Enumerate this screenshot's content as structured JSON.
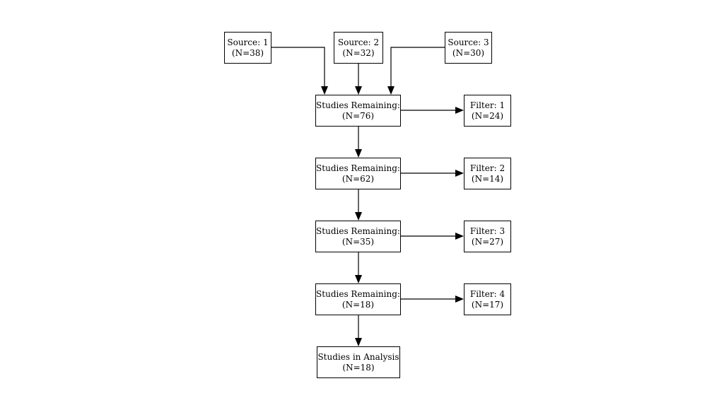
{
  "nodes": {
    "source1": {
      "line1": "Source: 1",
      "line2": "(N=38)"
    },
    "source2": {
      "line1": "Source: 2",
      "line2": "(N=32)"
    },
    "source3": {
      "line1": "Source: 3",
      "line2": "(N=30)"
    },
    "remaining1": {
      "line1": "Studies Remaining:",
      "line2": "(N=76)"
    },
    "remaining2": {
      "line1": "Studies Remaining:",
      "line2": "(N=62)"
    },
    "remaining3": {
      "line1": "Studies Remaining:",
      "line2": "(N=35)"
    },
    "remaining4": {
      "line1": "Studies Remaining:",
      "line2": "(N=18)"
    },
    "filter1": {
      "line1": "Filter: 1",
      "line2": "(N=24)"
    },
    "filter2": {
      "line1": "Filter: 2",
      "line2": "(N=14)"
    },
    "filter3": {
      "line1": "Filter: 3",
      "line2": "(N=27)"
    },
    "filter4": {
      "line1": "Filter: 4",
      "line2": "(N=17)"
    },
    "analysis": {
      "line1": "Studies in Analysis",
      "line2": "(N=18)"
    }
  }
}
